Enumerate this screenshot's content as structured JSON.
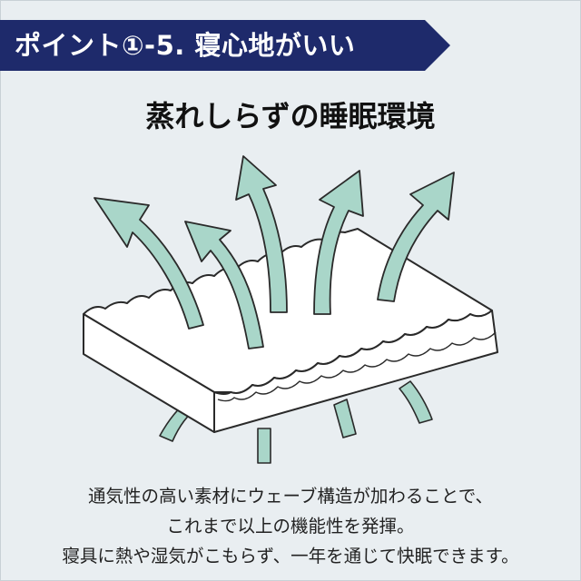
{
  "banner": {
    "title": "ポイント①-5. 寝心地がいい",
    "color": "#1e2a6b"
  },
  "subtitle": "蒸れしらずの睡眠環境",
  "illustration": {
    "mattress_color": "#ffffff",
    "arrow_color": "#a9d6c9",
    "outline_color": "#2a2a2a"
  },
  "description": {
    "line1": "通気性の高い素材にウェーブ構造が加わることで、",
    "line2": "これまで以上の機能性を発揮。",
    "line3": "寝具に熱や湿気がこもらず、一年を通じて快眠できます。"
  }
}
